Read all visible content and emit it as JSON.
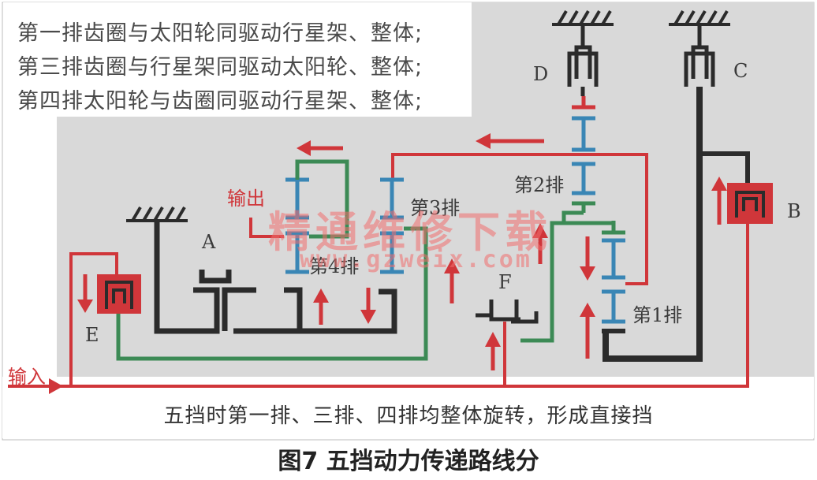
{
  "notes": [
    "第一排齿圈与太阳轮同驱动行星架、整体;",
    "第三排齿圈与行星架同驱动太阳轮、整体;",
    "第四排太阳轮与齿圈同驱动行星架、整体;"
  ],
  "labels": {
    "a": "A",
    "b": "B",
    "c": "C",
    "d": "D",
    "e": "E",
    "f": "F",
    "row1": "第1排",
    "row2": "第2排",
    "row3": "第3排",
    "row4": "第4排",
    "output": "输出",
    "input": "输入"
  },
  "caption": "五挡时第一排、三排、四排均整体旋转，形成直接挡",
  "figure_title": "图7 五挡动力传递路线分",
  "watermark": {
    "cn": "精通维修下载",
    "url": "www.gzweix.com"
  },
  "colors": {
    "power_path": "#d0363a",
    "shaft": "#2b2b2b",
    "planet": "#3a86b5",
    "carrier": "#3c8a55",
    "panel": "#d9d9d9"
  }
}
